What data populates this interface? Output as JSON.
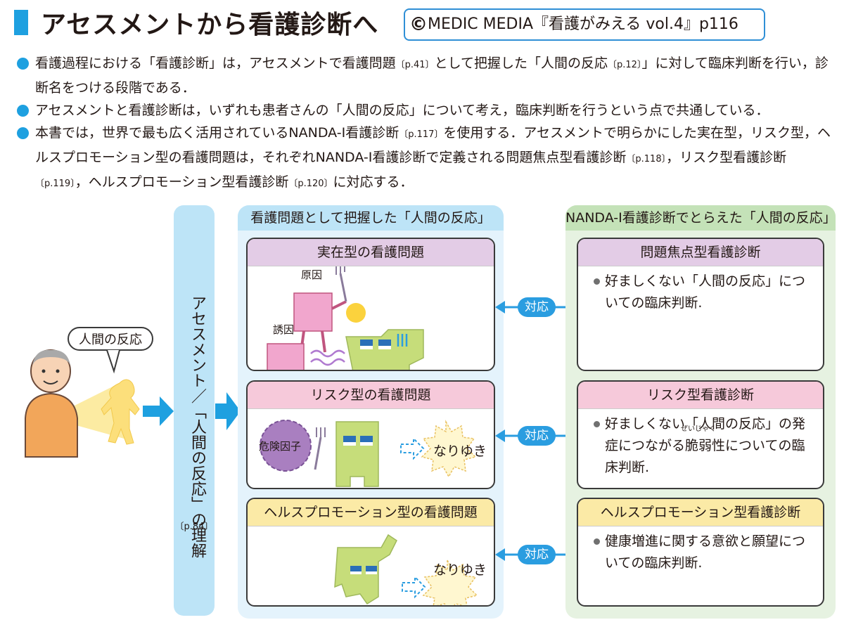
{
  "header": {
    "title": "アセスメントから看護診断へ",
    "credit_symbol": "©",
    "credit": "MEDIC MEDIA『看護がみえる vol.4』p116"
  },
  "bullets": [
    {
      "parts": [
        {
          "t": "看護過程における「看護診断」は，アセスメントで看護問題"
        },
        {
          "r": "〔p.41〕"
        },
        {
          "t": "として把握した「人間の反応"
        },
        {
          "r": "〔p.12〕"
        },
        {
          "t": "」に対して臨床判断を行い，診断名をつける段階である．"
        }
      ]
    },
    {
      "parts": [
        {
          "t": "アセスメントと看護診断は，いずれも患者さんの「人間の反応」について考え，臨床判断を行うという点で共通している．"
        }
      ]
    },
    {
      "parts": [
        {
          "t": "本書では，世界で最も広く活用されているNANDA-I看護診断"
        },
        {
          "r": "〔p.117〕"
        },
        {
          "t": "を使用する．アセスメントで明らかにした実在型，リスク型，ヘルスプロモーション型の看護問題は，それぞれNANDA-I看護診断で定義される問題焦点型看護診断"
        },
        {
          "r": "〔p.118〕"
        },
        {
          "t": "，リスク型看護診断"
        },
        {
          "r": "〔p.119〕"
        },
        {
          "t": "，ヘルスプロモーション型看護診断"
        },
        {
          "r": "〔p.120〕"
        },
        {
          "t": "に対応する．"
        }
      ]
    }
  ],
  "diagram": {
    "person_bubble": "人間の反応",
    "assessment_label": "アセスメント／「人間の反応」の理解",
    "assessment_ref": "〔p.84〕",
    "mid_header": "看護問題として把握した「人間の反応」",
    "right_header": "NANDA-I看護診断でとらえた「人間の反応」",
    "problems": [
      {
        "title": "実在型の看護問題",
        "cause_label": "原因",
        "inducer_label": "誘因"
      },
      {
        "title": "リスク型の看護問題",
        "risk_label": "危険因子",
        "outcome": "なりゆき"
      },
      {
        "title": "ヘルスプロモーション型の看護問題",
        "outcome": "なりゆき"
      }
    ],
    "correspond_label": "対応",
    "diagnoses": [
      {
        "title": "問題焦点型看護診断",
        "desc": "好ましくない「人間の反応」についての臨床判断."
      },
      {
        "title": "リスク型看護診断",
        "desc_pre": "好ましくない「人間の反応」の発症につながる",
        "ruby_base": "脆弱",
        "ruby_text": "ぜいじゃく",
        "desc_post": "性についての臨床判断."
      },
      {
        "title": "ヘルスプロモーション型看護診断",
        "desc": "健康増進に関する意欲と願望についての臨床判断."
      }
    ],
    "colors": {
      "accent_blue": "#1ea0e0",
      "assess_bg": "#bde4f7",
      "mid_bg": "#e4f3fc",
      "right_bg": "#e6f2e1",
      "right_head": "#c4e2b8",
      "purple_head": "#e3cce6",
      "pink_head": "#f6c9da",
      "yellow_head": "#fbeaa6",
      "green_character": "#c6dd7a",
      "pink_character": "#f1a6cd",
      "purple_germ": "#a97fc0"
    }
  }
}
